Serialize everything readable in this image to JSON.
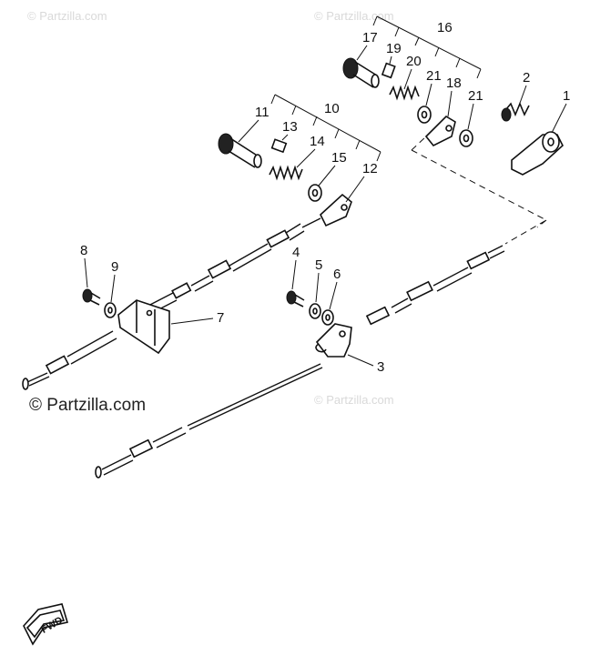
{
  "watermarks": {
    "top_left": "© Partzilla.com",
    "top_center": "© Partzilla.com",
    "main": "© Partzilla.com",
    "mid_right": "© Partzilla.com"
  },
  "callouts": {
    "c1": "1",
    "c2": "2",
    "c3": "3",
    "c4": "4",
    "c5": "5",
    "c6": "6",
    "c7": "7",
    "c8": "8",
    "c9": "9",
    "c10": "10",
    "c11": "11",
    "c12": "12",
    "c13": "13",
    "c14": "14",
    "c15": "15",
    "c16": "16",
    "c17": "17",
    "c18": "18",
    "c19": "19",
    "c20": "20",
    "c21a": "21",
    "c21b": "21"
  },
  "fwd_label": "FWD"
}
